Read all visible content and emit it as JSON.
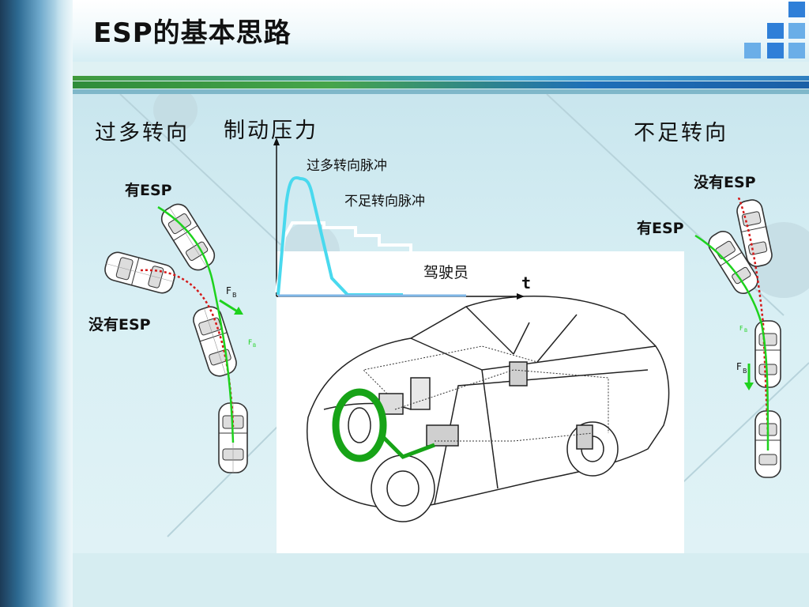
{
  "slide": {
    "title": "ESP的基本思路"
  },
  "labels": {
    "oversteer": "过多转向",
    "brake_pressure": "制动压力",
    "understeer": "不足转向",
    "oversteer_pulse": "过多转向脉冲",
    "understeer_pulse": "不足转向脉冲",
    "driver": "驾驶员",
    "time_axis": "t",
    "left_with_esp": "有ESP",
    "left_without_esp": "没有ESP",
    "right_without_esp": "没有ESP",
    "right_with_esp": "有ESP",
    "force_symbol": "F",
    "force_subscript": "B"
  },
  "colors": {
    "esp_path": "#1ed21e",
    "no_esp_path": "#d41a1a",
    "oversteer_curve": "#49d9ee",
    "driver_curve": "#7fb6e6",
    "brake_highlight": "#17a317",
    "stripe_blue": "#1f6fb8",
    "square_blue": "#2f7fd8"
  },
  "icons": {
    "car_top": "car-top-view-icon",
    "car_body": "car-cutaway-illustration",
    "force_arrow": "arrow-down-icon"
  }
}
